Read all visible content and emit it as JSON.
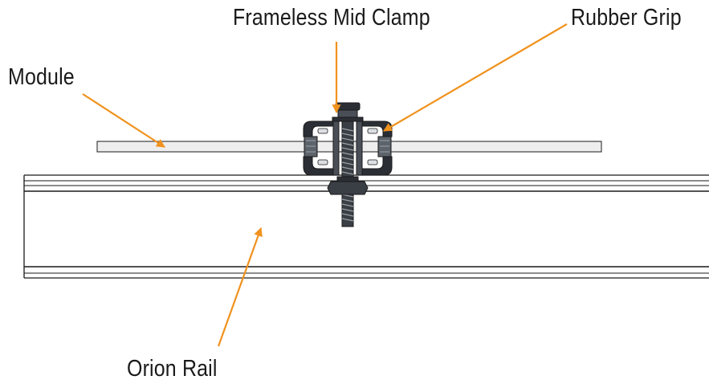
{
  "labels": {
    "frameless_mid_clamp": "Frameless Mid Clamp",
    "rubber_grip": "Rubber Grip",
    "module": "Module",
    "orion_rail": "Orion Rail"
  },
  "colors": {
    "arrow": "#f0921e",
    "outline": "#1a1a1a",
    "module_fill": "#eeeeee",
    "clamp_dark": "#2b2f35",
    "clamp_mid": "#4a4f57",
    "grip": "#5d636b"
  }
}
